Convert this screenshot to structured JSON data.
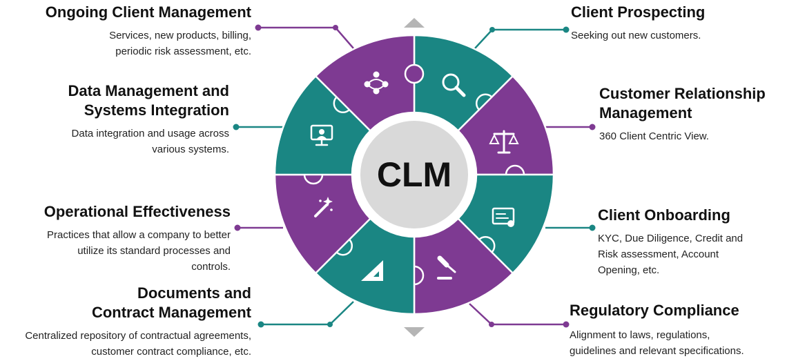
{
  "center_label": "CLM",
  "colors": {
    "purple": "#7e3a92",
    "teal": "#1a8683",
    "hub_gray": "#d9d9d9",
    "arrow_gray": "#b5b5b5"
  },
  "items": [
    {
      "title": "Client Prospecting",
      "desc": [
        "Seeking out new customers."
      ],
      "icon": "search-icon",
      "color": "teal"
    },
    {
      "title": [
        "Customer Relationship",
        "Management"
      ],
      "desc": [
        "360 Client Centric View."
      ],
      "icon": "scales-icon",
      "color": "purple"
    },
    {
      "title": "Client Onboarding",
      "desc": [
        "KYC, Due Diligence, Credit and",
        "Risk assessment, Account",
        "Opening, etc."
      ],
      "icon": "id-card-icon",
      "color": "teal"
    },
    {
      "title": "Regulatory Compliance",
      "desc": [
        "Alignment to laws, regulations,",
        "guidelines and relevant specifications."
      ],
      "icon": "gavel-icon",
      "color": "purple"
    },
    {
      "title": [
        "Documents and",
        "Contract Management"
      ],
      "desc": [
        "Centralized repository of contractual agreements,",
        "customer contract compliance, etc."
      ],
      "icon": "ruler-triangle-icon",
      "color": "teal"
    },
    {
      "title": "Operational Effectiveness",
      "desc": [
        "Practices that allow a company to better",
        "utilize its standard processes and",
        "controls."
      ],
      "icon": "magic-wand-icon",
      "color": "purple"
    },
    {
      "title": [
        "Data Management and",
        "Systems Integration"
      ],
      "desc": [
        "Data integration and usage across",
        "various systems."
      ],
      "icon": "presentation-user-icon",
      "color": "teal"
    },
    {
      "title": "Ongoing Client Management",
      "desc": [
        "Services, new products, billing,",
        "periodic risk assessment, etc."
      ],
      "icon": "team-network-icon",
      "color": "purple"
    }
  ]
}
